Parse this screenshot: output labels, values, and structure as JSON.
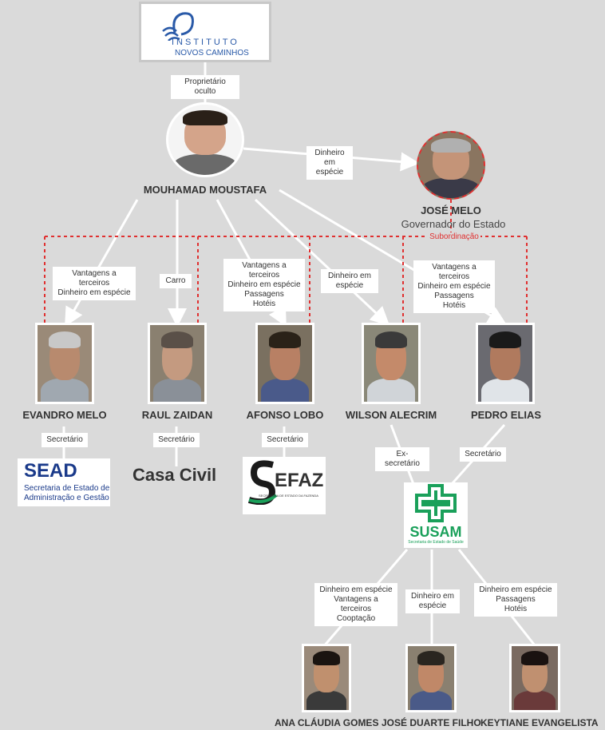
{
  "logo": {
    "line1": "INSTITUTO",
    "line2": "NOVOS CAMINHOS"
  },
  "people": {
    "mouhamad": "MOUHAMAD MOUSTAFA",
    "jose_melo": "JOSÉ MELO",
    "jose_melo_role": "Governador do Estado",
    "evandro": "EVANDRO MELO",
    "raul": "RAUL ZAIDAN",
    "afonso": "AFONSO LOBO",
    "wilson": "WILSON ALECRIM",
    "pedro": "PEDRO ELIAS",
    "ana": "ANA CLÁUDIA GOMES",
    "jose_duarte": "JOSÉ DUARTE FILHO",
    "keytiane": "KEYTIANE EVANGELISTA"
  },
  "labels": {
    "proprietario": "Proprietário oculto",
    "dinheiro_melo": [
      "Dinheiro em",
      "espécie"
    ],
    "subordinacao": "Subordinação",
    "evandro": [
      "Vantagens a terceiros",
      "Dinheiro em espécie"
    ],
    "raul": [
      "Carro"
    ],
    "afonso": [
      "Vantagens a terceiros",
      "Dinheiro em espécie",
      "Passagens",
      "Hotéis"
    ],
    "wilson": [
      "Dinheiro em",
      "espécie"
    ],
    "pedro": [
      "Vantagens a terceiros",
      "Dinheiro em espécie",
      "Passagens",
      "Hotéis"
    ],
    "sec_evandro": "Secretário",
    "sec_raul": "Secretário",
    "sec_afonso": "Secretário",
    "ex_sec_wilson": "Ex-secretário",
    "sec_pedro": "Secretário",
    "ana": [
      "Dinheiro em espécie",
      "Vantagens a terceiros",
      "Cooptação"
    ],
    "jose_duarte": [
      "Dinheiro em",
      "espécie"
    ],
    "keytiane": [
      "Dinheiro em espécie",
      "Passagens",
      "Hotéis"
    ]
  },
  "orgs": {
    "sead_title": "SEAD",
    "sead_sub": [
      "Secretaria de Estado de",
      "Administração e Gestão"
    ],
    "casa_civil": "Casa Civil",
    "sefaz": "EFAZ",
    "sefaz_sub": "SECRETARIA DE ESTADO DA FAZENDA",
    "susam": "SUSAM",
    "susam_sub": "Secretaria de Estado de Saúde"
  },
  "colors": {
    "line": "#ffffff",
    "dashed": "#e03030",
    "susam": "#1aa05a",
    "sead": "#1a3a8a"
  }
}
